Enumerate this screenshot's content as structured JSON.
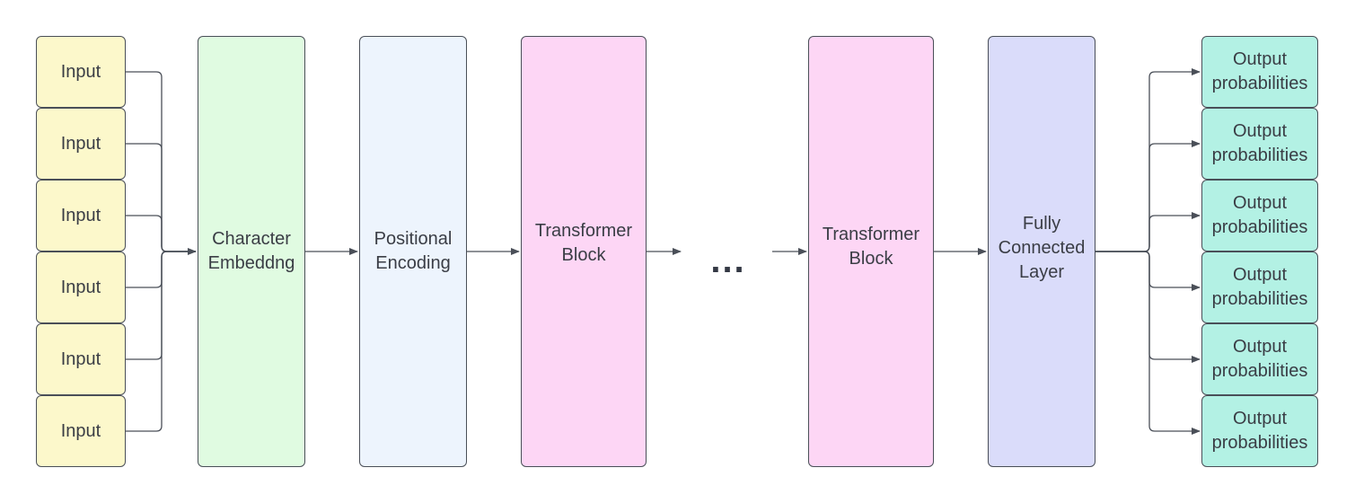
{
  "diagram": {
    "inputs": [
      "Input",
      "Input",
      "Input",
      "Input",
      "Input",
      "Input"
    ],
    "blocks": {
      "character_embedding": "Character\nEmbeddng",
      "positional_encoding": "Positional\nEncoding",
      "transformer_block_first": "Transformer\nBlock",
      "ellipsis": "...",
      "transformer_block_last": "Transformer\nBlock",
      "fully_connected": "Fully\nConnected\nLayer"
    },
    "outputs": [
      "Output\nprobabilities",
      "Output\nprobabilities",
      "Output\nprobabilities",
      "Output\nprobabilities",
      "Output\nprobabilities",
      "Output\nprobabilities"
    ],
    "colors": {
      "input": "#fcf8cb",
      "embedding": "#e0fbe1",
      "positional": "#edf4fd",
      "transformer": "#fdd6f5",
      "fully_connected": "#dadcfa",
      "output": "#b3f1e4",
      "line": "#4a4f58"
    }
  }
}
